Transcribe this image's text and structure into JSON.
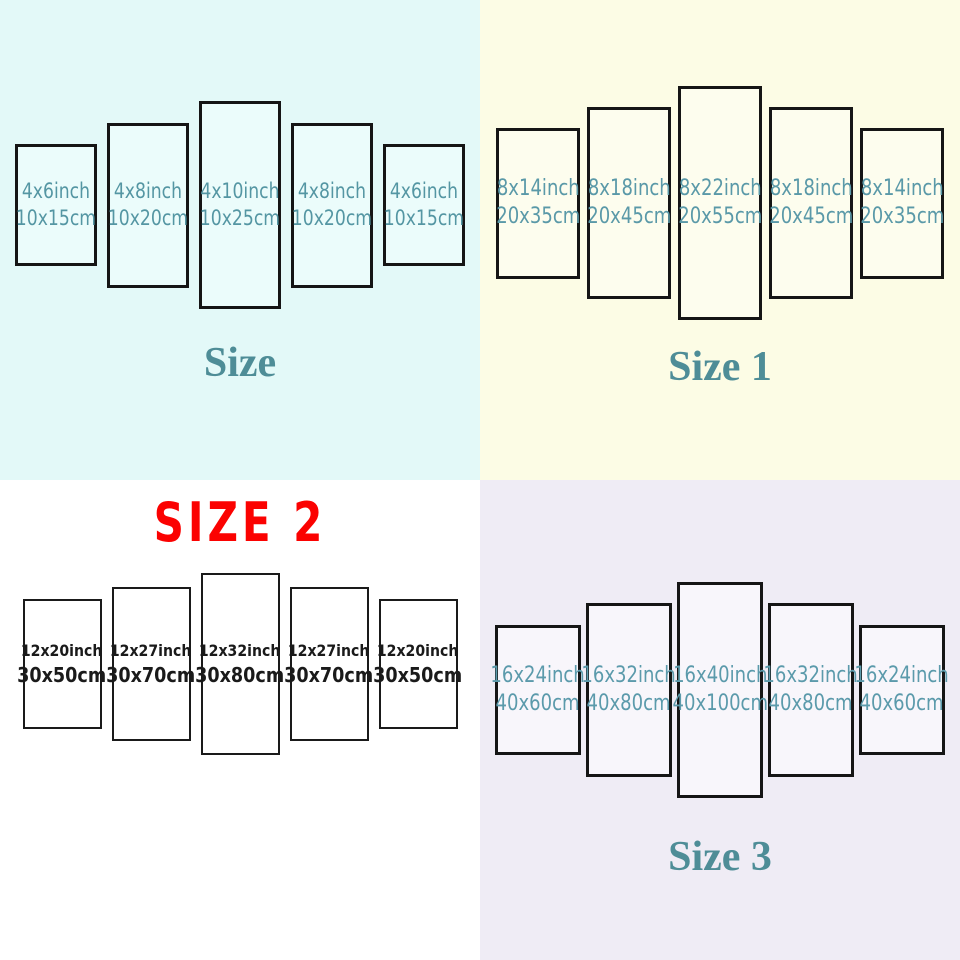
{
  "quadrants": [
    {
      "title": "Size",
      "colors": {
        "background": "#e3f9f8",
        "panel_fill": "#ebfcfb",
        "border": "#151515",
        "text": "#5496a3",
        "title": "#4e8d97"
      },
      "panels": [
        {
          "inch": "4x6inch",
          "cm": "10x15cm"
        },
        {
          "inch": "4x8inch",
          "cm": "10x20cm"
        },
        {
          "inch": "4x10inch",
          "cm": "10x25cm"
        },
        {
          "inch": "4x8inch",
          "cm": "10x20cm"
        },
        {
          "inch": "4x6inch",
          "cm": "10x15cm"
        }
      ]
    },
    {
      "title": "Size 1",
      "colors": {
        "background": "#fcfce5",
        "panel_fill": "#fdfdee",
        "border": "#151515",
        "text": "#5a99a8",
        "title": "#4e8d97"
      },
      "panels": [
        {
          "inch": "8x14inch",
          "cm": "20x35cm"
        },
        {
          "inch": "8x18inch",
          "cm": "20x45cm"
        },
        {
          "inch": "8x22inch",
          "cm": "20x55cm"
        },
        {
          "inch": "8x18inch",
          "cm": "20x45cm"
        },
        {
          "inch": "8x14inch",
          "cm": "20x35cm"
        }
      ]
    },
    {
      "title": "SIZE 2",
      "colors": {
        "background": "#ffffff",
        "panel_fill": "#ffffff",
        "border": "#1a1a1a",
        "text": "#1a1a1a",
        "title": "#fb0201"
      },
      "panels": [
        {
          "inch": "12x20inch",
          "cm": "30x50cm"
        },
        {
          "inch": "12x27inch",
          "cm": "30x70cm"
        },
        {
          "inch": "12x32inch",
          "cm": "30x80cm"
        },
        {
          "inch": "12x27inch",
          "cm": "30x70cm"
        },
        {
          "inch": "12x20inch",
          "cm": "30x50cm"
        }
      ]
    },
    {
      "title": "Size 3",
      "colors": {
        "background": "#efecf5",
        "panel_fill": "#f8f6fb",
        "border": "#151515",
        "text": "#5b9aab",
        "title": "#4e8d97"
      },
      "panels": [
        {
          "inch": "16x24inch",
          "cm": "40x60cm"
        },
        {
          "inch": "16x32inch",
          "cm": "40x80cm"
        },
        {
          "inch": "16x40inch",
          "cm": "40x100cm"
        },
        {
          "inch": "16x32inch",
          "cm": "40x80cm"
        },
        {
          "inch": "16x24inch",
          "cm": "40x60cm"
        }
      ]
    }
  ]
}
